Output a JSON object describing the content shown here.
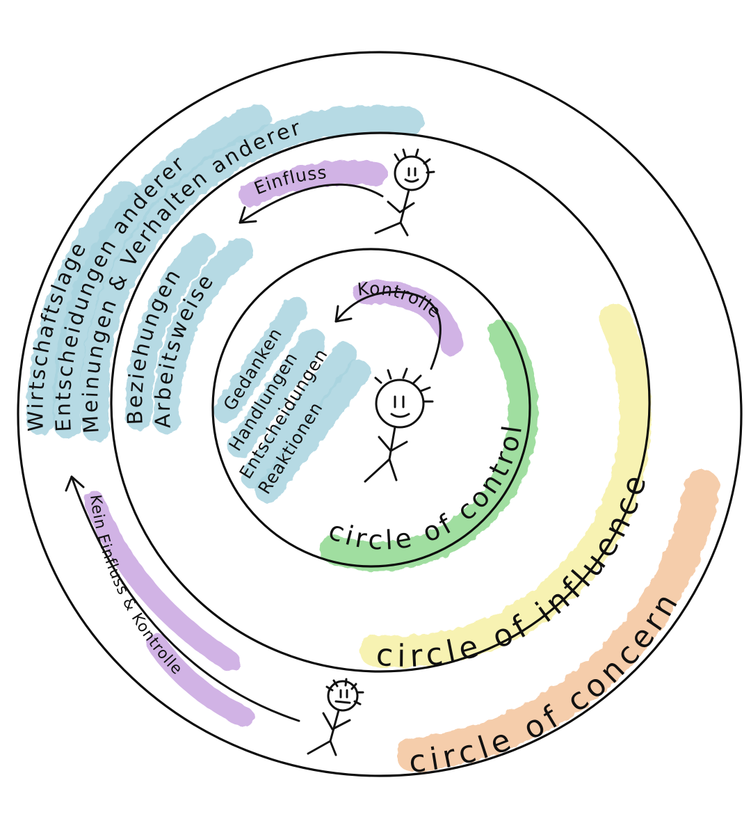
{
  "diagram": {
    "title": "Circles of control, influence and concern",
    "colors": {
      "control": "#8fd88f",
      "influence": "#f6f0a4",
      "concern": "#f3c49c",
      "arrow_label": "#c9a6e0",
      "items": "#a9d3df",
      "ink": "#111111"
    },
    "circles": {
      "control": {
        "label": "circle of control"
      },
      "influence": {
        "label": "circle of influence"
      },
      "concern": {
        "label": "circle of concern"
      }
    },
    "control_items": [
      "Gedanken",
      "Handlungen",
      "Entscheidungen",
      "Reaktionen"
    ],
    "influence_items": [
      "Beziehungen",
      "Arbeitsweise"
    ],
    "concern_items": [
      "Wirtschaftslage",
      "Entscheidungen anderer",
      "Meinungen & Verhalten anderer"
    ],
    "arrows": {
      "control": {
        "label": "Kontrolle"
      },
      "influence": {
        "label": "Einfluss"
      },
      "concern": {
        "label": "Kein Einfluss & Kontrolle"
      }
    },
    "figures": [
      {
        "name": "person-control",
        "mood": "happy"
      },
      {
        "name": "person-influence",
        "mood": "happy"
      },
      {
        "name": "person-concern",
        "mood": "neutral"
      }
    ]
  }
}
